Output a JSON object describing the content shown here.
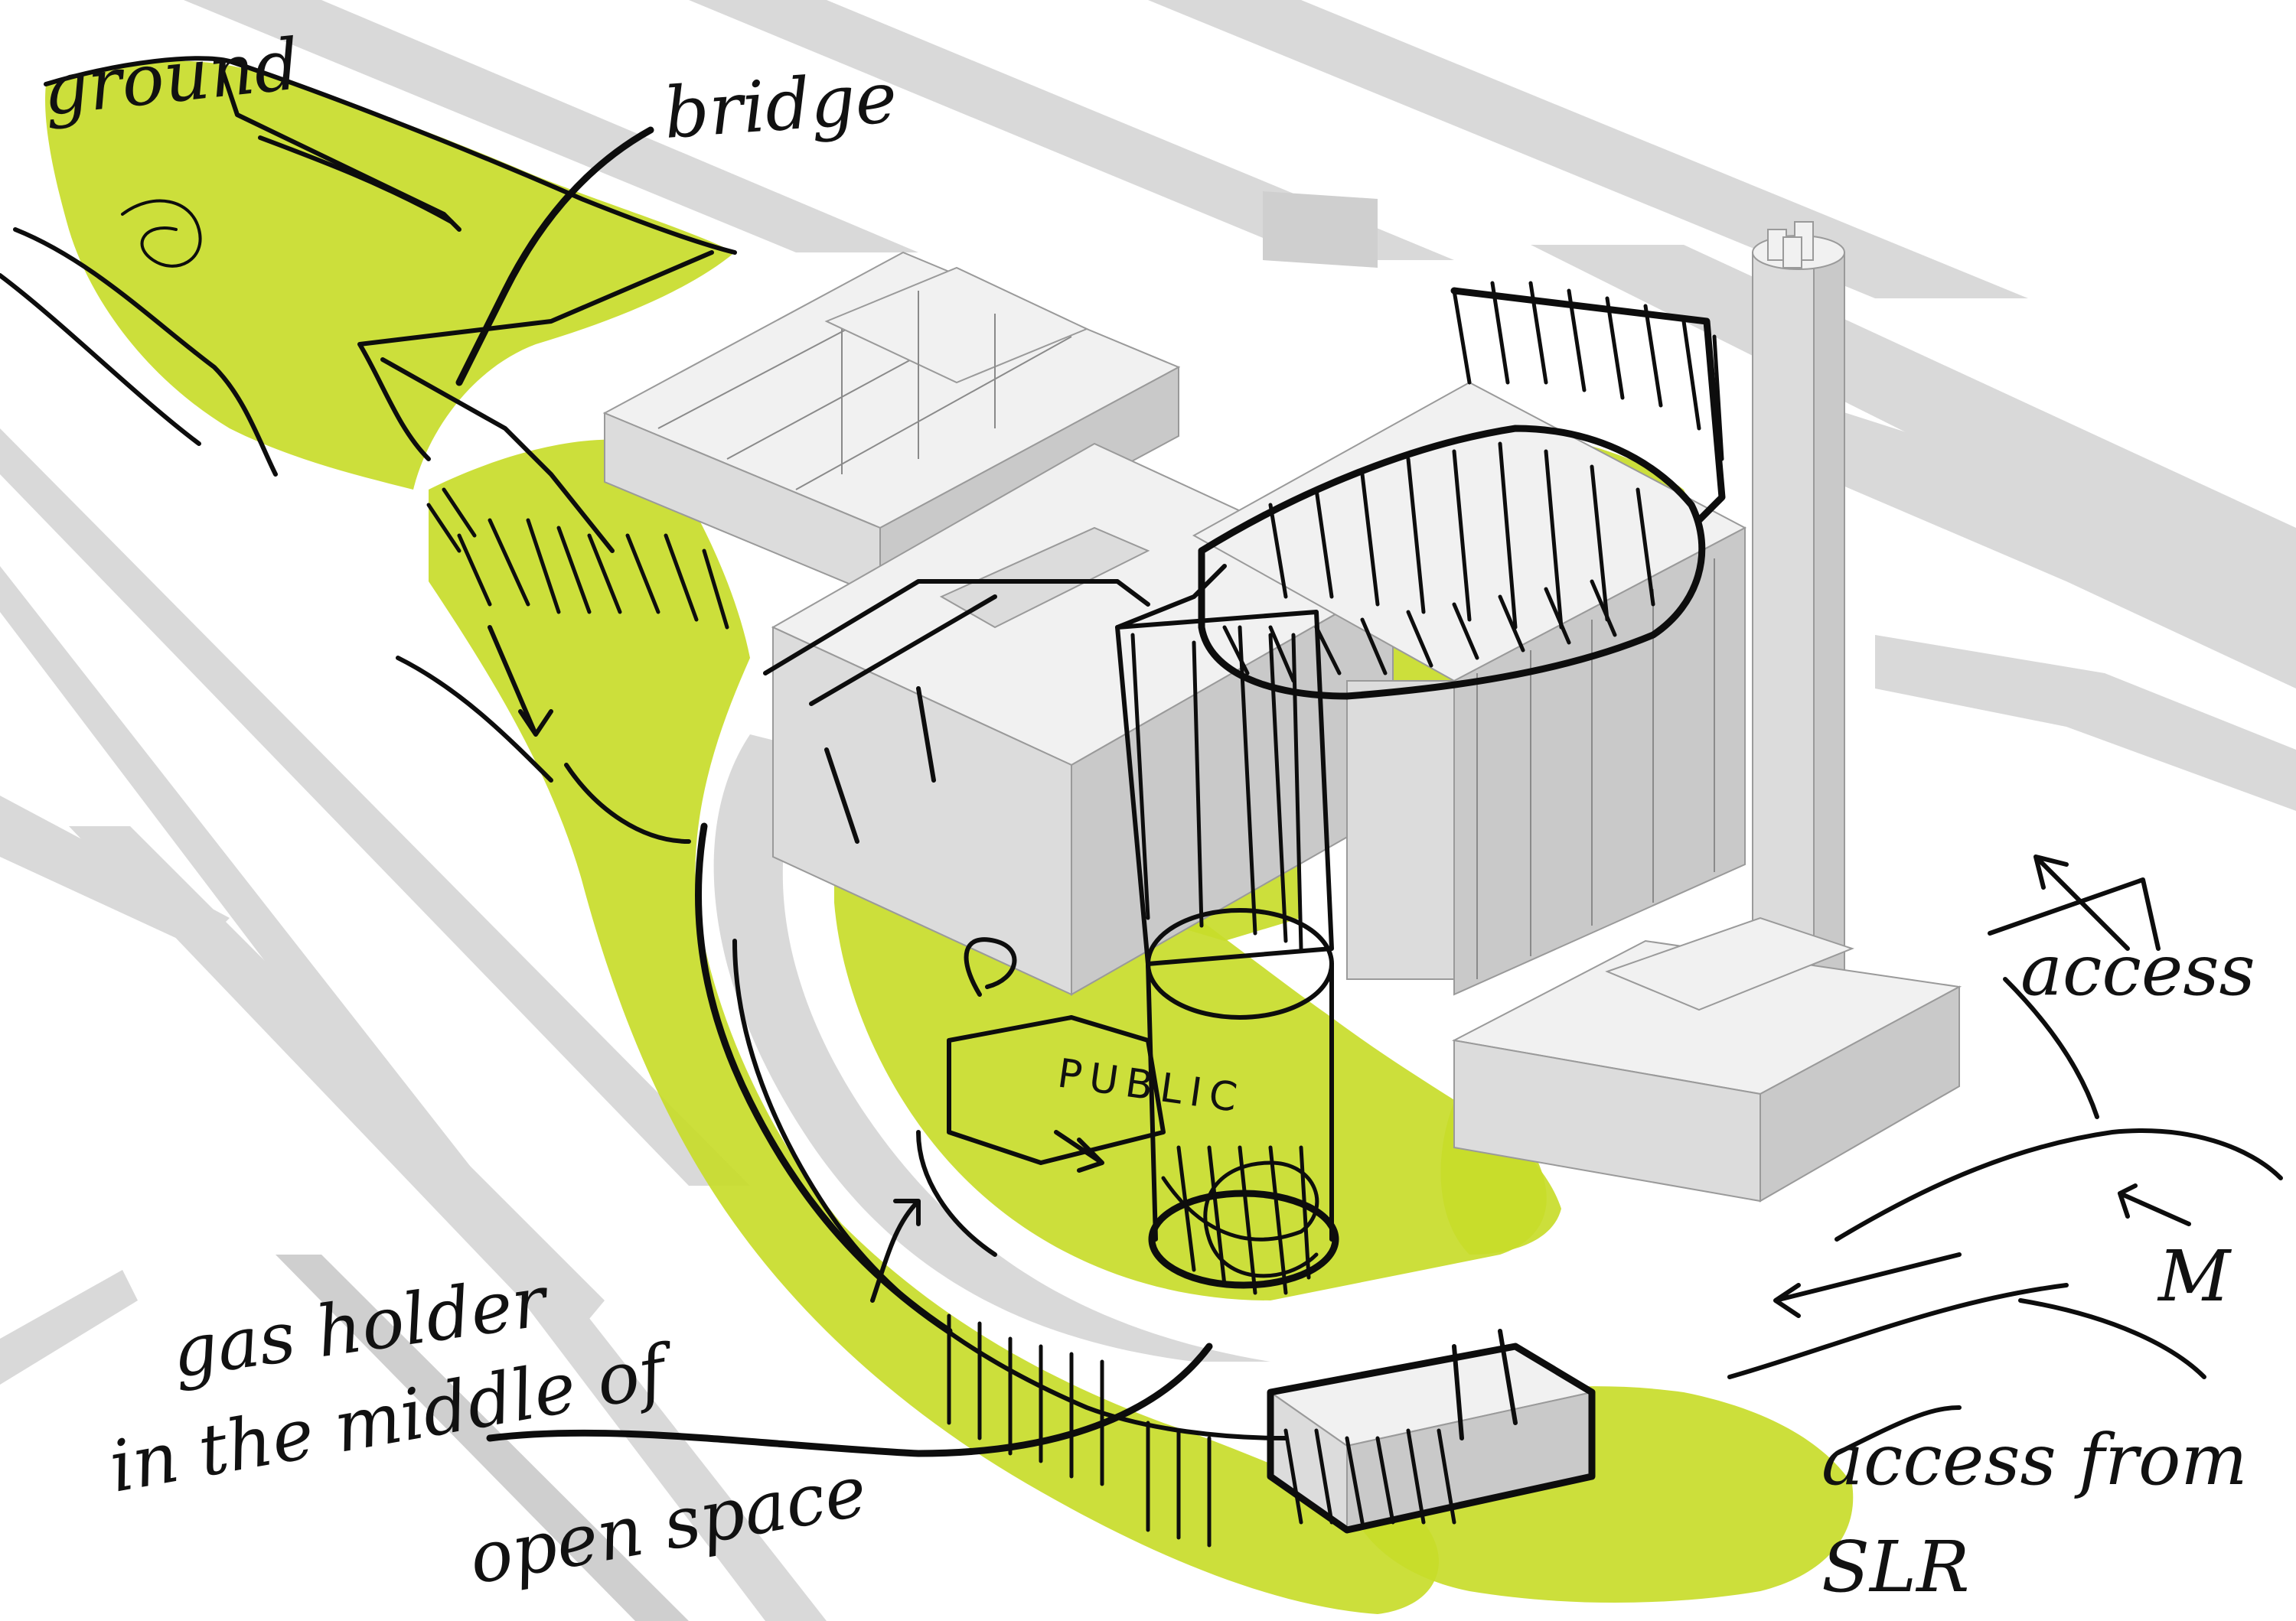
{
  "annotations": {
    "ground": "ground",
    "bridge": "bridge",
    "public": "PUBLIC",
    "access_right": "access",
    "m_label": "M",
    "gas_holder": "gas holder",
    "in_the_middle": "in the middle of",
    "open_space": "open space",
    "access_from": "access from",
    "slr": "SLR"
  },
  "colors": {
    "landscape_green": "#c8dc2a",
    "ink": "#0d0d0d",
    "massing_grey": "#d9d9d9"
  },
  "icons": [
    "arrow-icon"
  ]
}
